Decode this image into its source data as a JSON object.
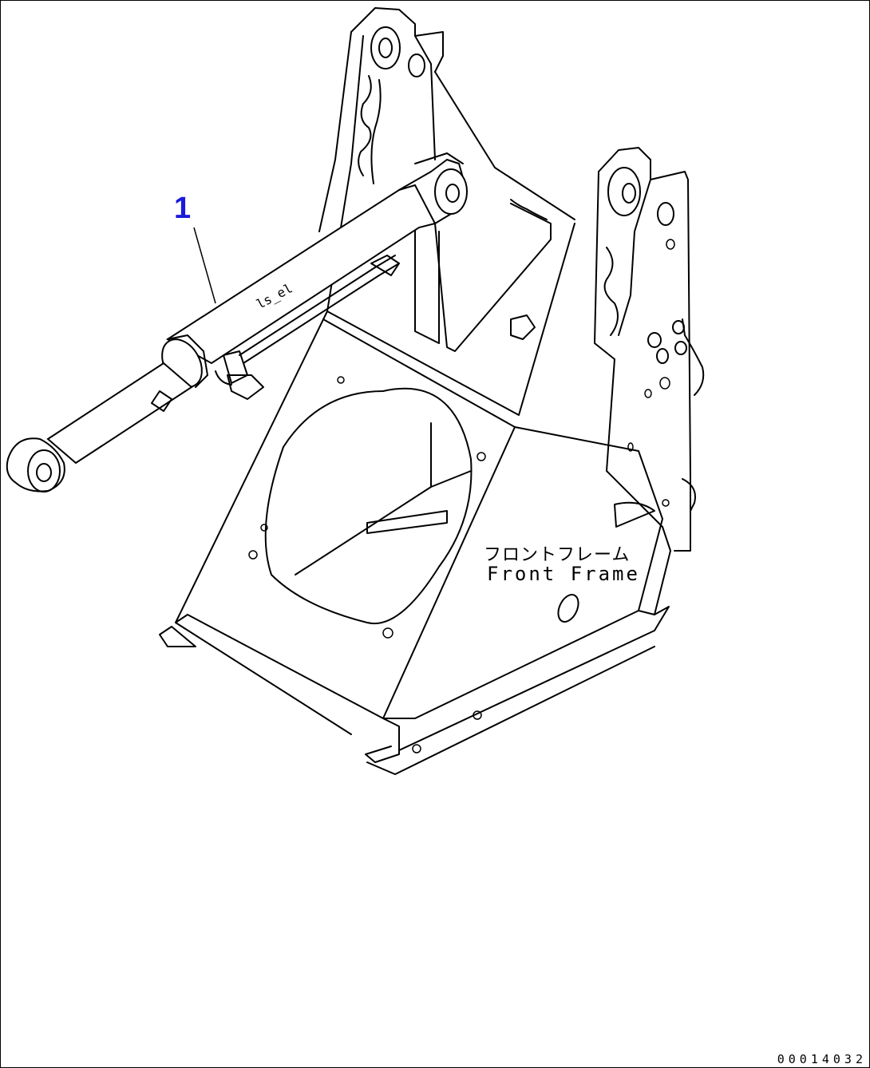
{
  "callout": {
    "number": "1"
  },
  "part_label": {
    "japanese": "フロントフレーム",
    "english": "Front Frame"
  },
  "cylinder_marking": "ls_el",
  "drawing_id": "00014032",
  "colors": {
    "callout": "#1a1adc",
    "linework": "#000000",
    "background": "#ffffff"
  }
}
